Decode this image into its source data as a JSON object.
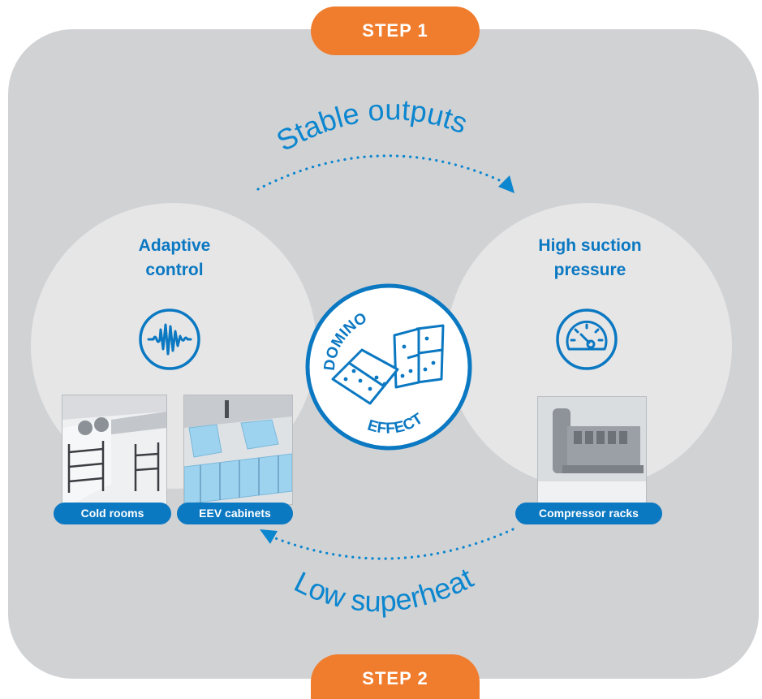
{
  "steps": {
    "top": "STEP 1",
    "bottom": "STEP 2"
  },
  "flow": {
    "top_label": "Stable outputs",
    "bottom_label": "Low superheat"
  },
  "nodes": {
    "left": {
      "title_line1": "Adaptive",
      "title_line2": "control",
      "icon": "waveform-icon"
    },
    "right": {
      "title_line1": "High suction",
      "title_line2": "pressure",
      "icon": "gauge-icon"
    }
  },
  "badge": {
    "top_text": "DOMINO",
    "bottom_text": "EFFECT",
    "icon": "domino-tiles-icon"
  },
  "photos": {
    "cold_rooms": "Cold rooms",
    "eev_cabinets": "EEV cabinets",
    "compressor_racks": "Compressor racks"
  },
  "colors": {
    "accent_blue": "#0b78c2",
    "step_orange": "#f07d2e",
    "panel_gray": "#d1d2d4",
    "circle_gray": "#e6e6e7"
  }
}
